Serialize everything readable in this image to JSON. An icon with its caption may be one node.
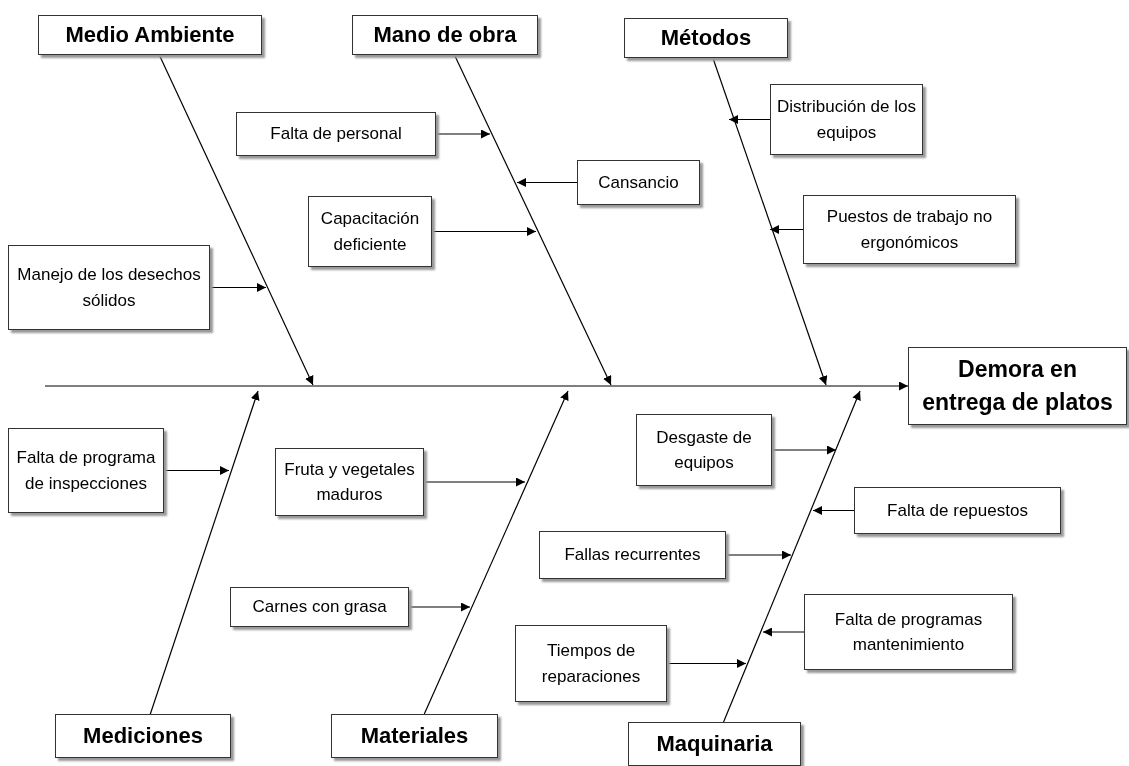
{
  "diagram": {
    "nodes": [
      {
        "text": [
          "Medio Ambiente"
        ]
      },
      {
        "text": [
          "Mano de obra"
        ]
      },
      {
        "text": [
          "Métodos"
        ]
      },
      {
        "text": [
          "Demora en entrega de platos"
        ]
      },
      {
        "text": [
          "Falta de personal"
        ]
      },
      {
        "text": [
          "Cansancio"
        ]
      },
      {
        "text": [
          "Capacitación deficiente"
        ]
      },
      {
        "text": [
          "Distribución de los equipos"
        ]
      },
      {
        "text": [
          "Puestos de trabajo no ergonómicos"
        ]
      },
      {
        "text": [
          "Manejo de los desechos sólidos"
        ]
      },
      {
        "text": [
          "Falta de programa de inspecciones"
        ]
      },
      {
        "text": [
          "Fruta y vegetales maduros"
        ]
      },
      {
        "text": [
          "Desgaste de equipos"
        ]
      },
      {
        "text": [
          "Falta de repuestos"
        ]
      },
      {
        "text": [
          "Fallas recurrentes"
        ]
      },
      {
        "text": [
          "Carnes con grasa"
        ]
      },
      {
        "text": [
          "Falta de programas mantenimiento"
        ]
      },
      {
        "text": [
          "Tiempos de reparaciones"
        ]
      },
      {
        "text": [
          "Mediciones"
        ]
      },
      {
        "text": [
          "Materiales"
        ]
      },
      {
        "text": [
          "Maquinaria"
        ]
      }
    ],
    "edges": [
      {
        "from": null,
        "to": 3,
        "arrow": "to"
      },
      {
        "from": 0,
        "to": null,
        "arrow": "to"
      },
      {
        "from": 1,
        "to": null,
        "arrow": "to"
      },
      {
        "from": 2,
        "to": null,
        "arrow": "to"
      },
      {
        "from": 18,
        "to": null,
        "arrow": "to"
      },
      {
        "from": 19,
        "to": null,
        "arrow": "to"
      },
      {
        "from": 20,
        "to": null,
        "arrow": "to"
      },
      {
        "from": 4,
        "to": null,
        "arrow": "to"
      },
      {
        "from": 5,
        "to": null,
        "arrow": "to"
      },
      {
        "from": 6,
        "to": null,
        "arrow": "to"
      },
      {
        "from": 7,
        "to": null,
        "arrow": "to"
      },
      {
        "from": 8,
        "to": null,
        "arrow": "to"
      },
      {
        "from": 9,
        "to": null,
        "arrow": "to"
      },
      {
        "from": 10,
        "to": null,
        "arrow": "to"
      },
      {
        "from": 11,
        "to": null,
        "arrow": "to"
      },
      {
        "from": 12,
        "to": null,
        "arrow": "to"
      },
      {
        "from": 13,
        "to": null,
        "arrow": "to"
      },
      {
        "from": 14,
        "to": null,
        "arrow": "to"
      },
      {
        "from": 15,
        "to": null,
        "arrow": "to"
      },
      {
        "from": 16,
        "to": null,
        "arrow": "to"
      },
      {
        "from": 17,
        "to": null,
        "arrow": "to"
      }
    ]
  }
}
